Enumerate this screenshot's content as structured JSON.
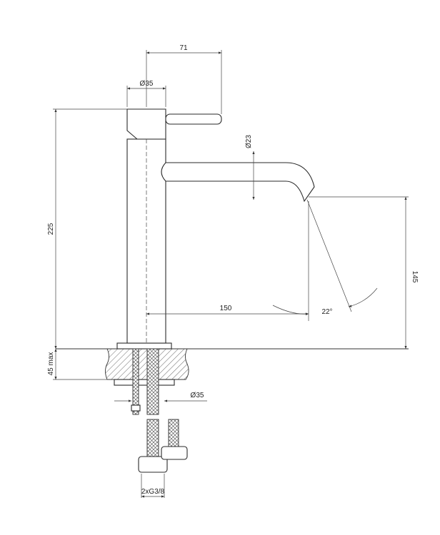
{
  "dimensions": {
    "handle_reach": "71",
    "body_diameter": "Ø35",
    "spout_diameter": "Ø23",
    "total_height": "225",
    "spout_height": "145",
    "spout_reach": "150",
    "spout_angle": "22°",
    "max_thickness": "45 max",
    "base_diameter": "Ø35",
    "connection": "2xG3/8"
  }
}
